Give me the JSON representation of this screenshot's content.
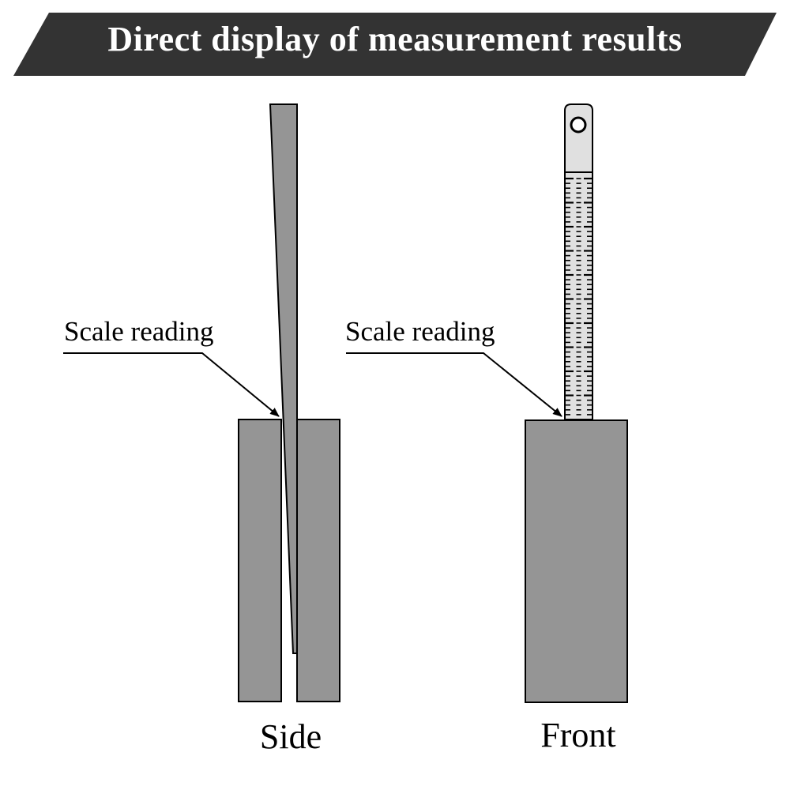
{
  "title": "Direct display of measurement results",
  "views": {
    "side": {
      "label": "Side",
      "callout": "Scale reading"
    },
    "front": {
      "label": "Front",
      "callout": "Scale reading"
    }
  },
  "colors": {
    "banner": "#333333",
    "block_fill": "#959595",
    "gauge_fill": "#e0e0e0",
    "stroke": "#000000",
    "text": "#000000",
    "banner_text": "#ffffff"
  }
}
